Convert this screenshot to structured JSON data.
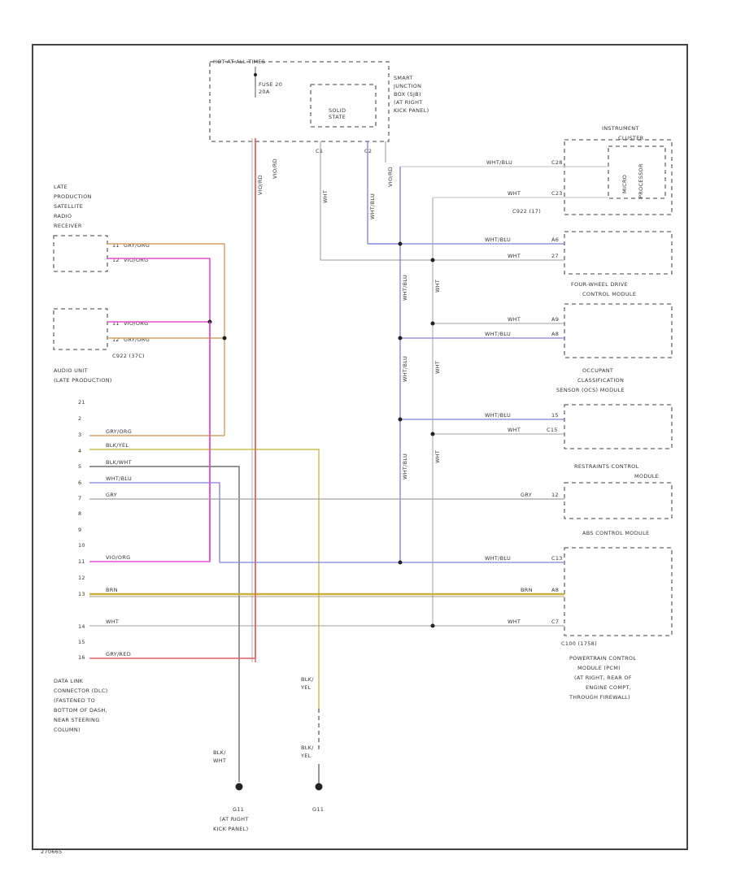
{
  "diagram_id": "270665",
  "power": {
    "hot_at_all_times": "HOT AT ALL TIMES",
    "fuse_line1": "FUSE 20",
    "fuse_line2": "20A",
    "sjb_1": "SMART",
    "sjb_2": "JUNCTION",
    "sjb_3": "BOX (SJB)",
    "sjb_4": "(AT RIGHT",
    "sjb_5": "KICK PANEL)",
    "solid_state_1": "SOLID",
    "solid_state_2": "STATE",
    "pin_c1": "C1",
    "pin_c2": "C2",
    "wire_rd": "GRY/RED",
    "wire_c1": "VIO/RD",
    "wire_c2": "WHT",
    "wire_c3": "WHT/BLU",
    "wire_c4": "VIO/RD"
  },
  "modules": {
    "satellite_1": "LATE",
    "satellite_2": "PRODUCTION",
    "satellite_3": "SATELLITE",
    "satellite_4": "RADIO",
    "satellite_5": "RECEIVER",
    "audio_1": "AUDIO UNIT",
    "audio_2": "(LATE PRODUCTION)",
    "audio_conn": "C922 (37C)",
    "instrument_1": "INSTRUMENT",
    "instrument_2": "CLUSTER",
    "micro_1": "MICRO",
    "micro_2": "PROCESSOR",
    "instrument_conn": "C922 (17)",
    "fourwd_1": "FOUR-WHEEL DRIVE",
    "fourwd_2": "CONTROL MODULE",
    "ocs_1": "OCCUPANT",
    "ocs_2": "CLASSIFICATION",
    "ocs_3": "SENSOR (OCS) MODULE",
    "rcm_1": "RESTRAINTS CONTROL",
    "rcm_2": "MODULE",
    "abs": "ABS CONTROL MODULE",
    "pcm_conn": "C100 (1758)",
    "pcm_1": "POWERTRAIN CONTROL",
    "pcm_2": "MODULE (PCM)",
    "pcm_3": "(AT RIGHT, REAR OF",
    "pcm_4": "ENGINE COMPT,",
    "pcm_5": "THROUGH FIREWALL)"
  },
  "wire_labels": {
    "gry_org": "GRY/ORG",
    "vio_org": "VIO/ORG",
    "blk_yel": "BLK/YEL",
    "blk_wht": "BLK/WHT",
    "wht_blu": "WHT/BLU",
    "gry": "GRY",
    "brn": "BRN",
    "wht": "WHT",
    "gry_red": "GRY/RED",
    "blk_yel_stack_1": "BLK/",
    "blk_yel_stack_2": "YEL",
    "blk_wht_stack_1": "BLK/",
    "blk_wht_stack_2": "WHT",
    "vert_wht_blu": "WHT/BLU",
    "vert_wht": "WHT"
  },
  "pins": {
    "sat_a": "11",
    "sat_b": "12",
    "aud_a": "11",
    "aud_b": "12",
    "ic_a": "C28",
    "ic_b": "C23",
    "fwd_a": "A6",
    "fwd_b": "27",
    "ocs_a": "A9",
    "ocs_b": "A8",
    "ocs2_a": "15",
    "ocs2_b": "C15",
    "rcm": "12",
    "abs": "C13",
    "pcm_a": "A8",
    "pcm_b": "C7"
  },
  "dlc": {
    "pins": [
      "21",
      "2",
      "3",
      "4",
      "5",
      "6",
      "7",
      "8",
      "9",
      "10",
      "11",
      "12",
      "13",
      "14",
      "15",
      "16"
    ],
    "label_1": "DATA LINK",
    "label_2": "CONNECTOR (DLC)",
    "label_3": "(FASTENED TO",
    "label_4": "BOTTOM OF DASH,",
    "label_5": "NEAR STEERING",
    "label_6": "COLUMN)"
  },
  "grounds": {
    "g1_name": "G11",
    "g1_loc_1": "(AT RIGHT",
    "g1_loc_2": "KICK PANEL)",
    "g2_name": "G11"
  },
  "colors": {
    "gry_org": "#d9a060",
    "vio_org": "#e84bd0",
    "red": "#e06060",
    "yellow": "#c8c050",
    "blue": "#7070e0",
    "gray": "#909090",
    "black": "#444444"
  }
}
